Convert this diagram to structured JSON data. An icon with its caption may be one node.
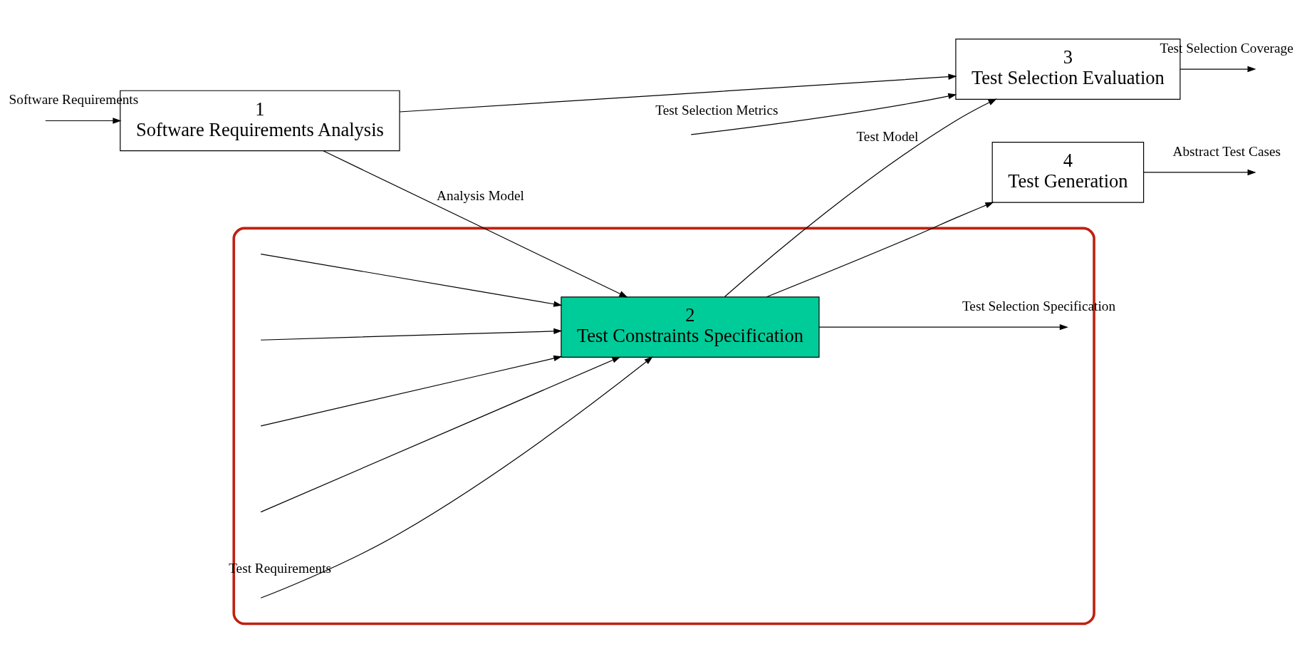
{
  "diagram": {
    "nodes": [
      {
        "text": [
          "1",
          "Software Requirements Analysis"
        ]
      },
      {
        "text": [],
        "shape": "ellipse"
      },
      {
        "text": [
          "2",
          "Test Constraints Specification"
        ],
        "in": 1
      },
      {
        "text": [
          "3",
          "Test Selection Evaluation"
        ]
      },
      {
        "text": [
          "4",
          "Test Generation"
        ]
      }
    ],
    "edges": [
      {
        "from": null,
        "to": 0,
        "arrow": "to",
        "label": "Software Requirements"
      },
      {
        "from": 0,
        "to": 2,
        "arrow": "to",
        "label": "Analysis Model"
      },
      {
        "from": 0,
        "to": 3,
        "arrow": "to"
      },
      {
        "from": null,
        "to": 3,
        "arrow": "to",
        "label": "Test Selection Metrics"
      },
      {
        "from": null,
        "to": 2,
        "arrow": "to",
        "label": "Test Requirements"
      },
      {
        "from": null,
        "to": 2,
        "arrow": "to"
      },
      {
        "from": null,
        "to": 2,
        "arrow": "to"
      },
      {
        "from": null,
        "to": 2,
        "arrow": "to"
      },
      {
        "from": null,
        "to": 2,
        "arrow": "to"
      },
      {
        "from": 2,
        "to": 3,
        "arrow": "to",
        "label": "Test Model"
      },
      {
        "from": 2,
        "to": 4,
        "arrow": "to"
      },
      {
        "from": 2,
        "to": null,
        "arrow": "to",
        "label": "Test Selection Specification"
      },
      {
        "from": 3,
        "to": null,
        "arrow": "to",
        "label": "Test Selection Coverage"
      },
      {
        "from": 4,
        "to": null,
        "arrow": "to",
        "label": "Abstract Test Cases"
      }
    ]
  }
}
